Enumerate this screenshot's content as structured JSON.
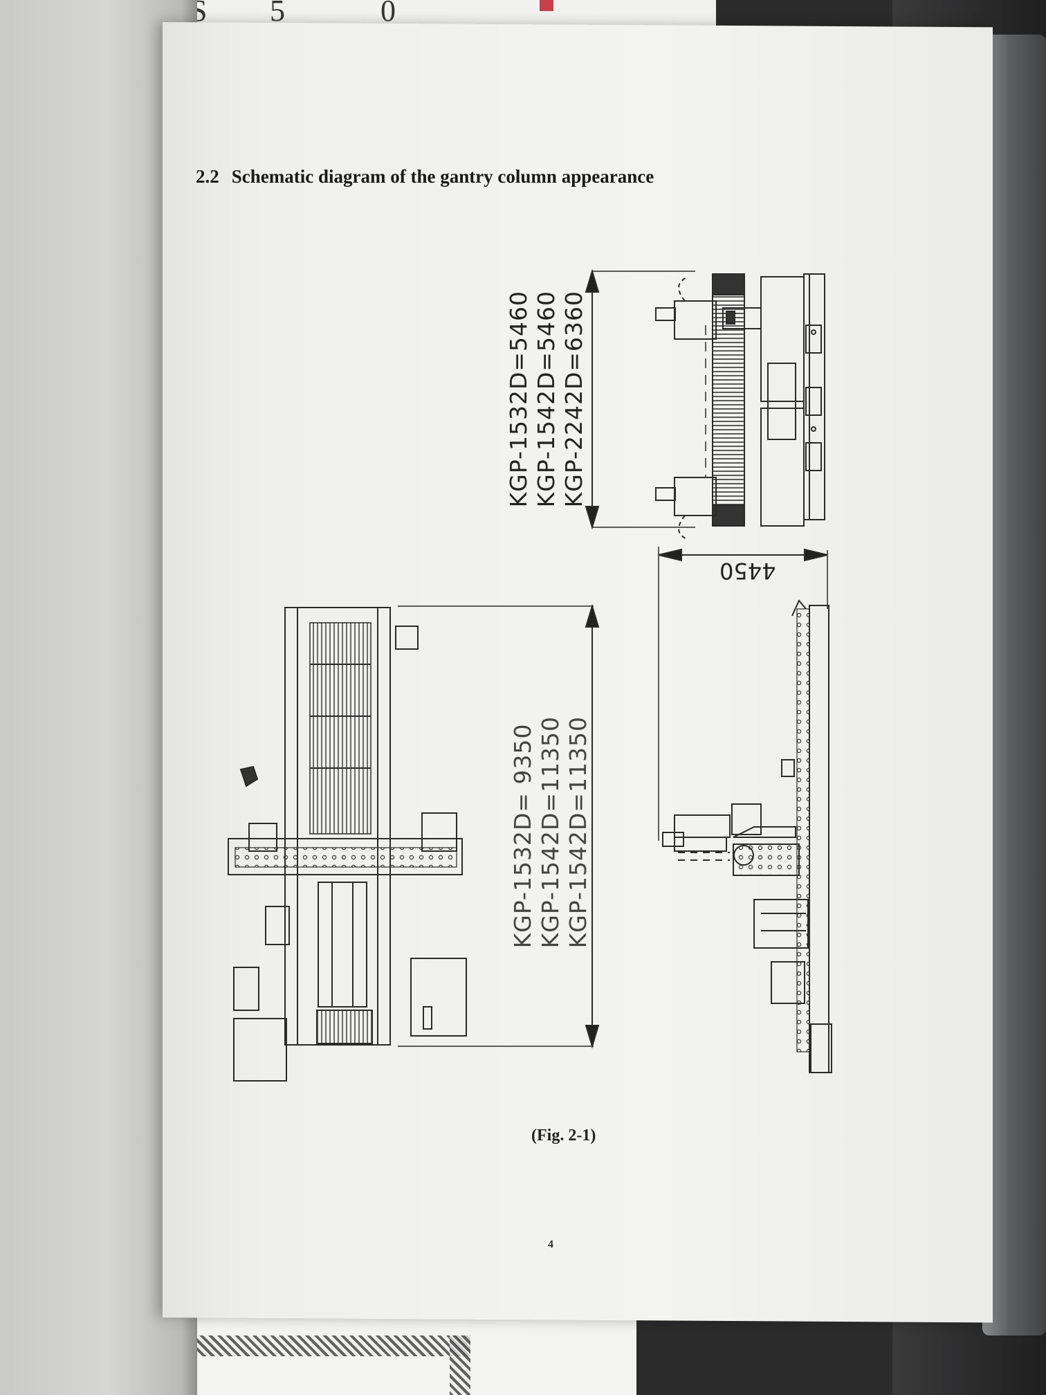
{
  "background_fragments": [
    "S",
    "5",
    "0"
  ],
  "document": {
    "section_number": "2.2",
    "section_title": "Schematic diagram of the gantry column appearance",
    "top_view_dimensions": [
      "KGP-1532D=5460",
      "KGP-1542D=5460",
      "KGP-2242D=6360"
    ],
    "width_dimension": "4450",
    "side_view_dimensions": [
      "KGP-1532D= 9350",
      "KGP-1542D=11350",
      "KGP-1542D=11350"
    ],
    "figure_caption": "(Fig. 2-1)",
    "page_number": "4"
  }
}
